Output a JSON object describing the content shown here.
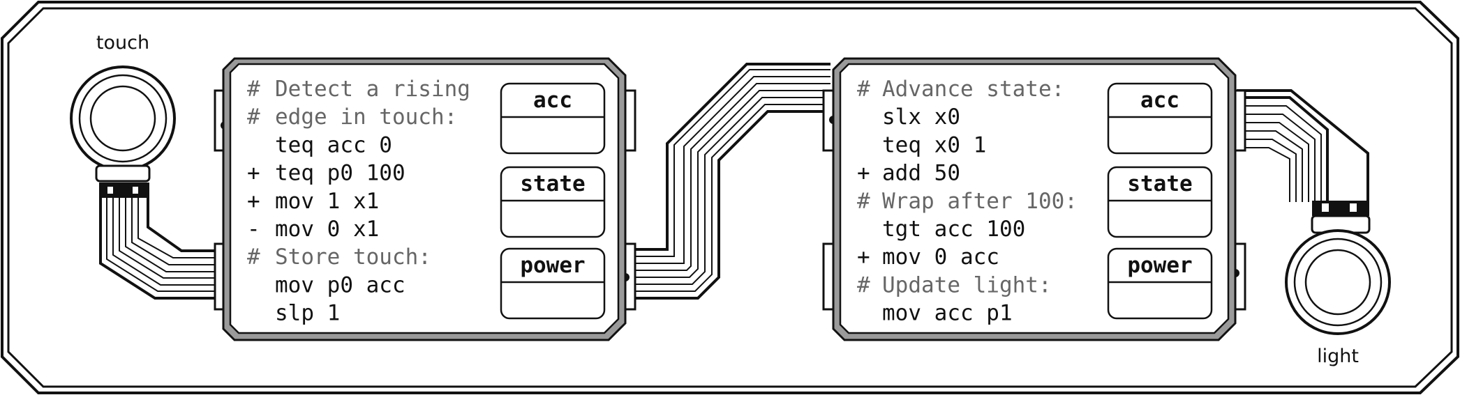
{
  "components": {
    "touch": {
      "label": "touch"
    },
    "light": {
      "label": "light"
    }
  },
  "controllers": [
    {
      "code": [
        {
          "mark": "#",
          "text": "Detect a rising",
          "comment": true
        },
        {
          "mark": "#",
          "text": "edge in touch:",
          "comment": true
        },
        {
          "mark": "",
          "text": "teq acc 0",
          "comment": false
        },
        {
          "mark": "+",
          "text": "teq p0 100",
          "comment": false
        },
        {
          "mark": "+",
          "text": "mov 1 x1",
          "comment": false
        },
        {
          "mark": "-",
          "text": "mov 0 x1",
          "comment": false
        },
        {
          "mark": "#",
          "text": "Store touch:",
          "comment": true
        },
        {
          "mark": "",
          "text": "mov p0 acc",
          "comment": false
        },
        {
          "mark": "",
          "text": "slp 1",
          "comment": false
        }
      ],
      "registers": [
        "acc",
        "state",
        "power"
      ]
    },
    {
      "code": [
        {
          "mark": "#",
          "text": "Advance state:",
          "comment": true
        },
        {
          "mark": "",
          "text": "slx x0",
          "comment": false
        },
        {
          "mark": "",
          "text": "teq x0 1",
          "comment": false
        },
        {
          "mark": "+",
          "text": "add 50",
          "comment": false
        },
        {
          "mark": "#",
          "text": "Wrap after 100:",
          "comment": true
        },
        {
          "mark": "",
          "text": "tgt acc 100",
          "comment": false
        },
        {
          "mark": "+",
          "text": "mov 0 acc",
          "comment": false
        },
        {
          "mark": "#",
          "text": "Update light:",
          "comment": true
        },
        {
          "mark": "",
          "text": "mov acc p1",
          "comment": false
        }
      ],
      "registers": [
        "acc",
        "state",
        "power"
      ]
    }
  ],
  "colors": {
    "stroke": "#111111",
    "chip_edge": "#9a9a9a",
    "comment_text": "#666666"
  }
}
